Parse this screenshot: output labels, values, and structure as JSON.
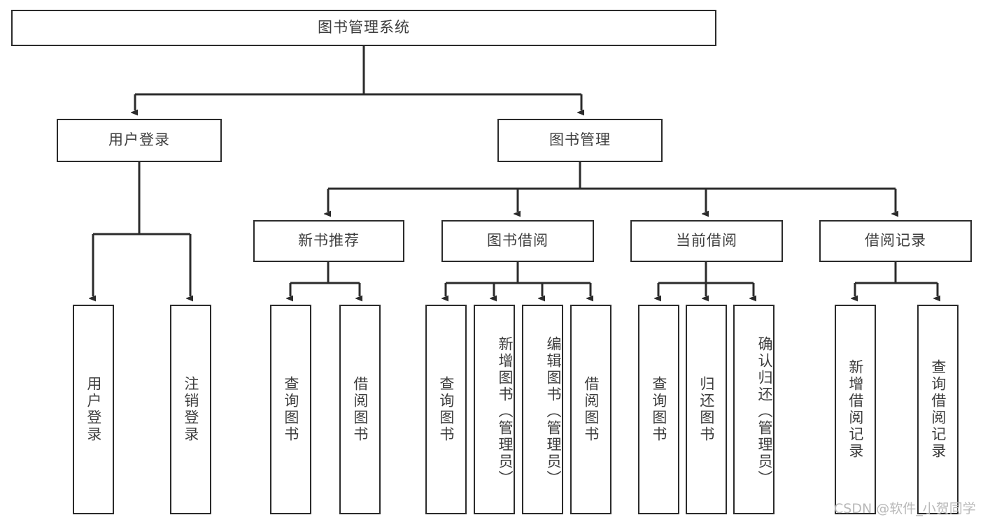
{
  "diagram": {
    "title": "图书管理系统",
    "type": "hierarchy-tree",
    "root": {
      "id": "root",
      "label": "图书管理系统"
    },
    "level2": [
      {
        "id": "user-login",
        "label": "用户登录"
      },
      {
        "id": "book-manage",
        "label": "图书管理"
      }
    ],
    "level3": [
      {
        "id": "new-book-rec",
        "label": "新书推荐"
      },
      {
        "id": "book-borrow",
        "label": "图书借阅"
      },
      {
        "id": "current-borrow",
        "label": "当前借阅"
      },
      {
        "id": "borrow-record",
        "label": "借阅记录"
      }
    ],
    "leaves": {
      "user_login": [
        {
          "id": "leaf-user-login",
          "label": "用户登录"
        },
        {
          "id": "leaf-logout-login",
          "label": "注销登录"
        }
      ],
      "new_book_rec": [
        {
          "id": "leaf-query-book-1",
          "label": "查询图书"
        },
        {
          "id": "leaf-borrow-book-1",
          "label": "借阅图书"
        }
      ],
      "book_borrow": [
        {
          "id": "leaf-query-book-2",
          "label": "查询图书"
        },
        {
          "id": "leaf-add-book",
          "label": "新增图书（管理员）"
        },
        {
          "id": "leaf-edit-book",
          "label": "编辑图书（管理员）"
        },
        {
          "id": "leaf-borrow-book-2",
          "label": "借阅图书"
        }
      ],
      "current_borrow": [
        {
          "id": "leaf-query-book-3",
          "label": "查询图书"
        },
        {
          "id": "leaf-return-book",
          "label": "归还图书"
        },
        {
          "id": "leaf-confirm-return",
          "label": "确认归还（管理员）"
        }
      ],
      "borrow_record": [
        {
          "id": "leaf-add-record",
          "label": "新增借阅记录"
        },
        {
          "id": "leaf-query-record",
          "label": "查询借阅记录"
        }
      ]
    },
    "colors": {
      "border": "#2b2b2b",
      "text": "#3d3d3d",
      "background": "#ffffff",
      "watermark": "#b9b9b9"
    }
  },
  "watermark": {
    "text": "CSDN @软件_小贺同学"
  }
}
